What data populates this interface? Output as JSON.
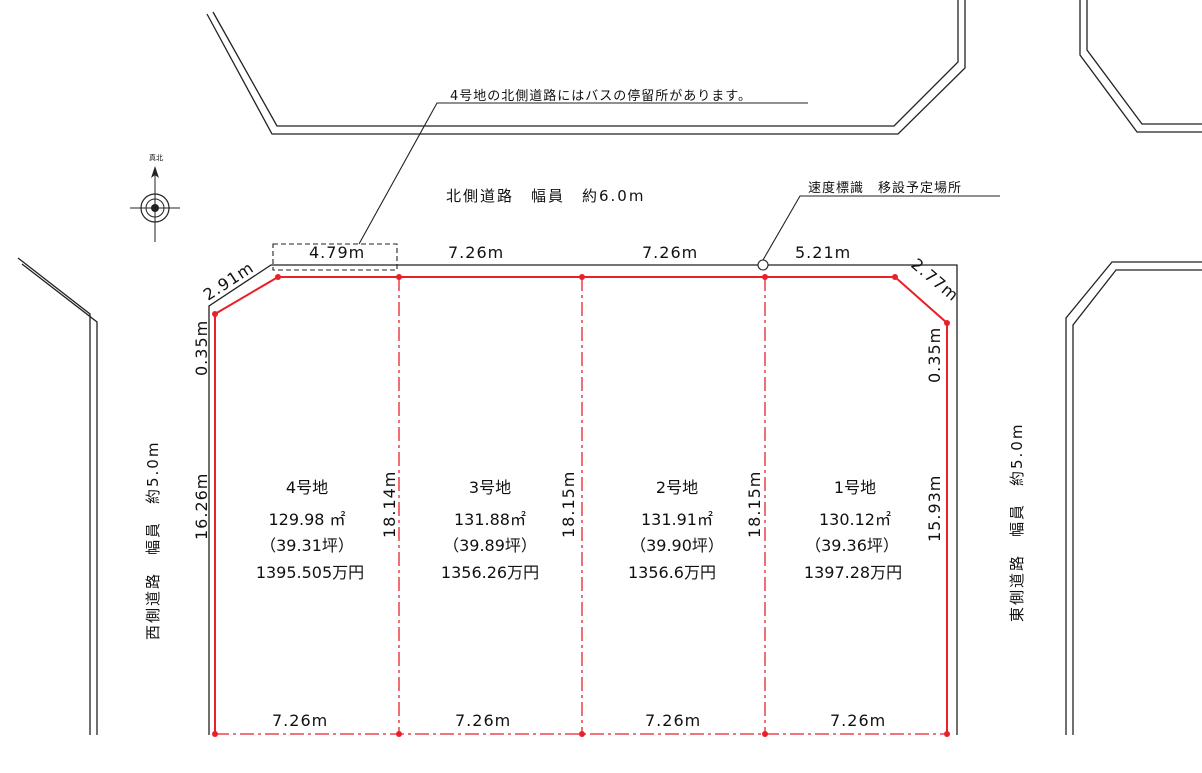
{
  "notes": {
    "bus_stop": "4号地の北側道路にはバスの停留所があります。",
    "speed_sign": "速度標識　移設予定場所"
  },
  "compass": {
    "label": "真北"
  },
  "roads": {
    "north": "北側道路　幅員　約6.0m",
    "west": "西側道路　幅員　約5.0m",
    "east": "東側道路　幅員　約5.0m"
  },
  "dimensions": {
    "top_4": "4.79m",
    "top_3": "7.26m",
    "top_2": "7.26m",
    "top_1": "5.21m",
    "corner_nw": "2.91m",
    "corner_ne": "2.77m",
    "west_short": "0.35m",
    "east_short": "0.35m",
    "west_side": "16.26m",
    "east_side": "15.93m",
    "div_4_3": "18.14m",
    "div_3_2": "18.15m",
    "div_2_1": "18.15m",
    "bottom_4": "7.26m",
    "bottom_3": "7.26m",
    "bottom_2": "7.26m",
    "bottom_1": "7.26m"
  },
  "lots": [
    {
      "name": "4号地",
      "area": "129.98 ㎡",
      "tsubo": "（39.31坪）",
      "price": "1395.505万円"
    },
    {
      "name": "3号地",
      "area": "131.88㎡",
      "tsubo": "（39.89坪）",
      "price": "1356.26万円"
    },
    {
      "name": "2号地",
      "area": "131.91㎡",
      "tsubo": "（39.90坪）",
      "price": "1356.6万円"
    },
    {
      "name": "1号地",
      "area": "130.12㎡",
      "tsubo": "（39.36坪）",
      "price": "1397.28万円"
    }
  ],
  "colors": {
    "boundary": "#e8202a",
    "road": "#222222"
  }
}
